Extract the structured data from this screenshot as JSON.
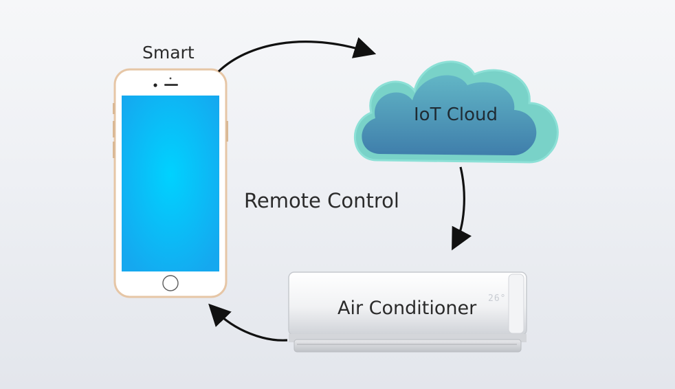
{
  "nodes": {
    "phone": {
      "label": "Smart",
      "icon": "smartphone-icon"
    },
    "cloud": {
      "label": "IoT Cloud",
      "icon": "cloud-icon"
    },
    "ac": {
      "label": "Air Conditioner",
      "display": "26°",
      "icon": "air-conditioner-icon"
    }
  },
  "center_label": "Remote Control",
  "colors": {
    "screen": "#00c8f8",
    "phone_frame": "#e6c6a6",
    "cloud_outer": "#7cd4cc",
    "cloud_inner": "#4a8fb0",
    "arrow": "#111111"
  }
}
